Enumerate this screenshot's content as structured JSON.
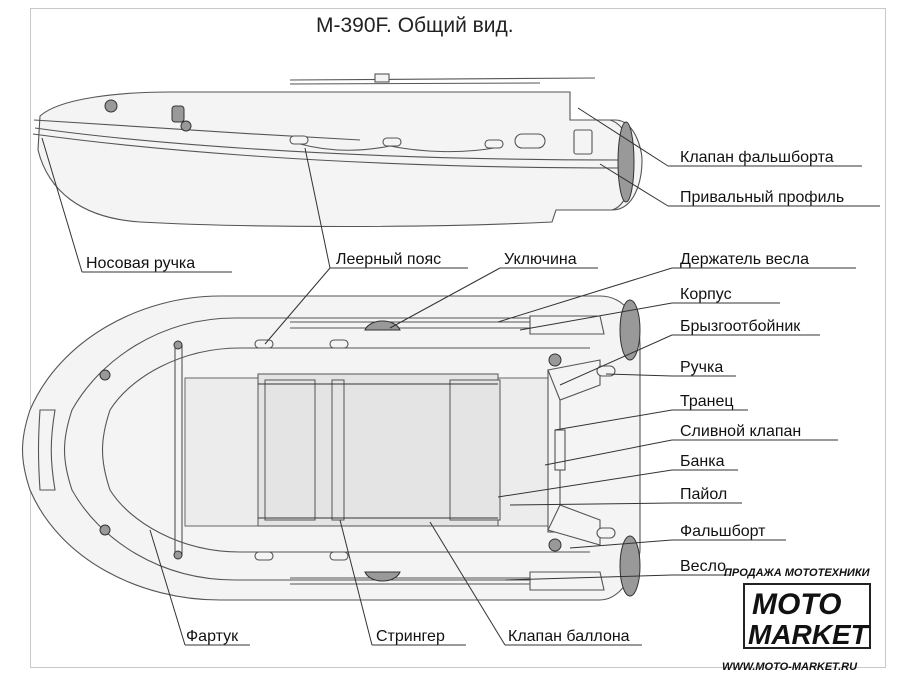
{
  "title": "М-390F. Общий вид.",
  "labels": {
    "valve_gunwale": "Клапан фальшборта",
    "rub_strake": "Привальный профиль",
    "bow_handle": "Носовая ручка",
    "lifeline": "Леерный пояс",
    "oarlock": "Уключина",
    "oar_holder": "Держатель весла",
    "hull": "Корпус",
    "splash_guard": "Брызгоотбойник",
    "handle": "Ручка",
    "transom": "Транец",
    "drain_valve": "Сливной клапан",
    "seat": "Банка",
    "floor": "Пайол",
    "gunwale": "Фальшборт",
    "oar": "Весло",
    "apron": "Фартук",
    "stringer": "Стрингер",
    "tube_valve": "Клапан баллона"
  },
  "logo": {
    "tagline": "ПРОДАЖА МОТОТЕХНИКИ",
    "line1": "MOTO",
    "line2": "MARKET",
    "url": "WWW.MOTO-MARKET.RU"
  }
}
